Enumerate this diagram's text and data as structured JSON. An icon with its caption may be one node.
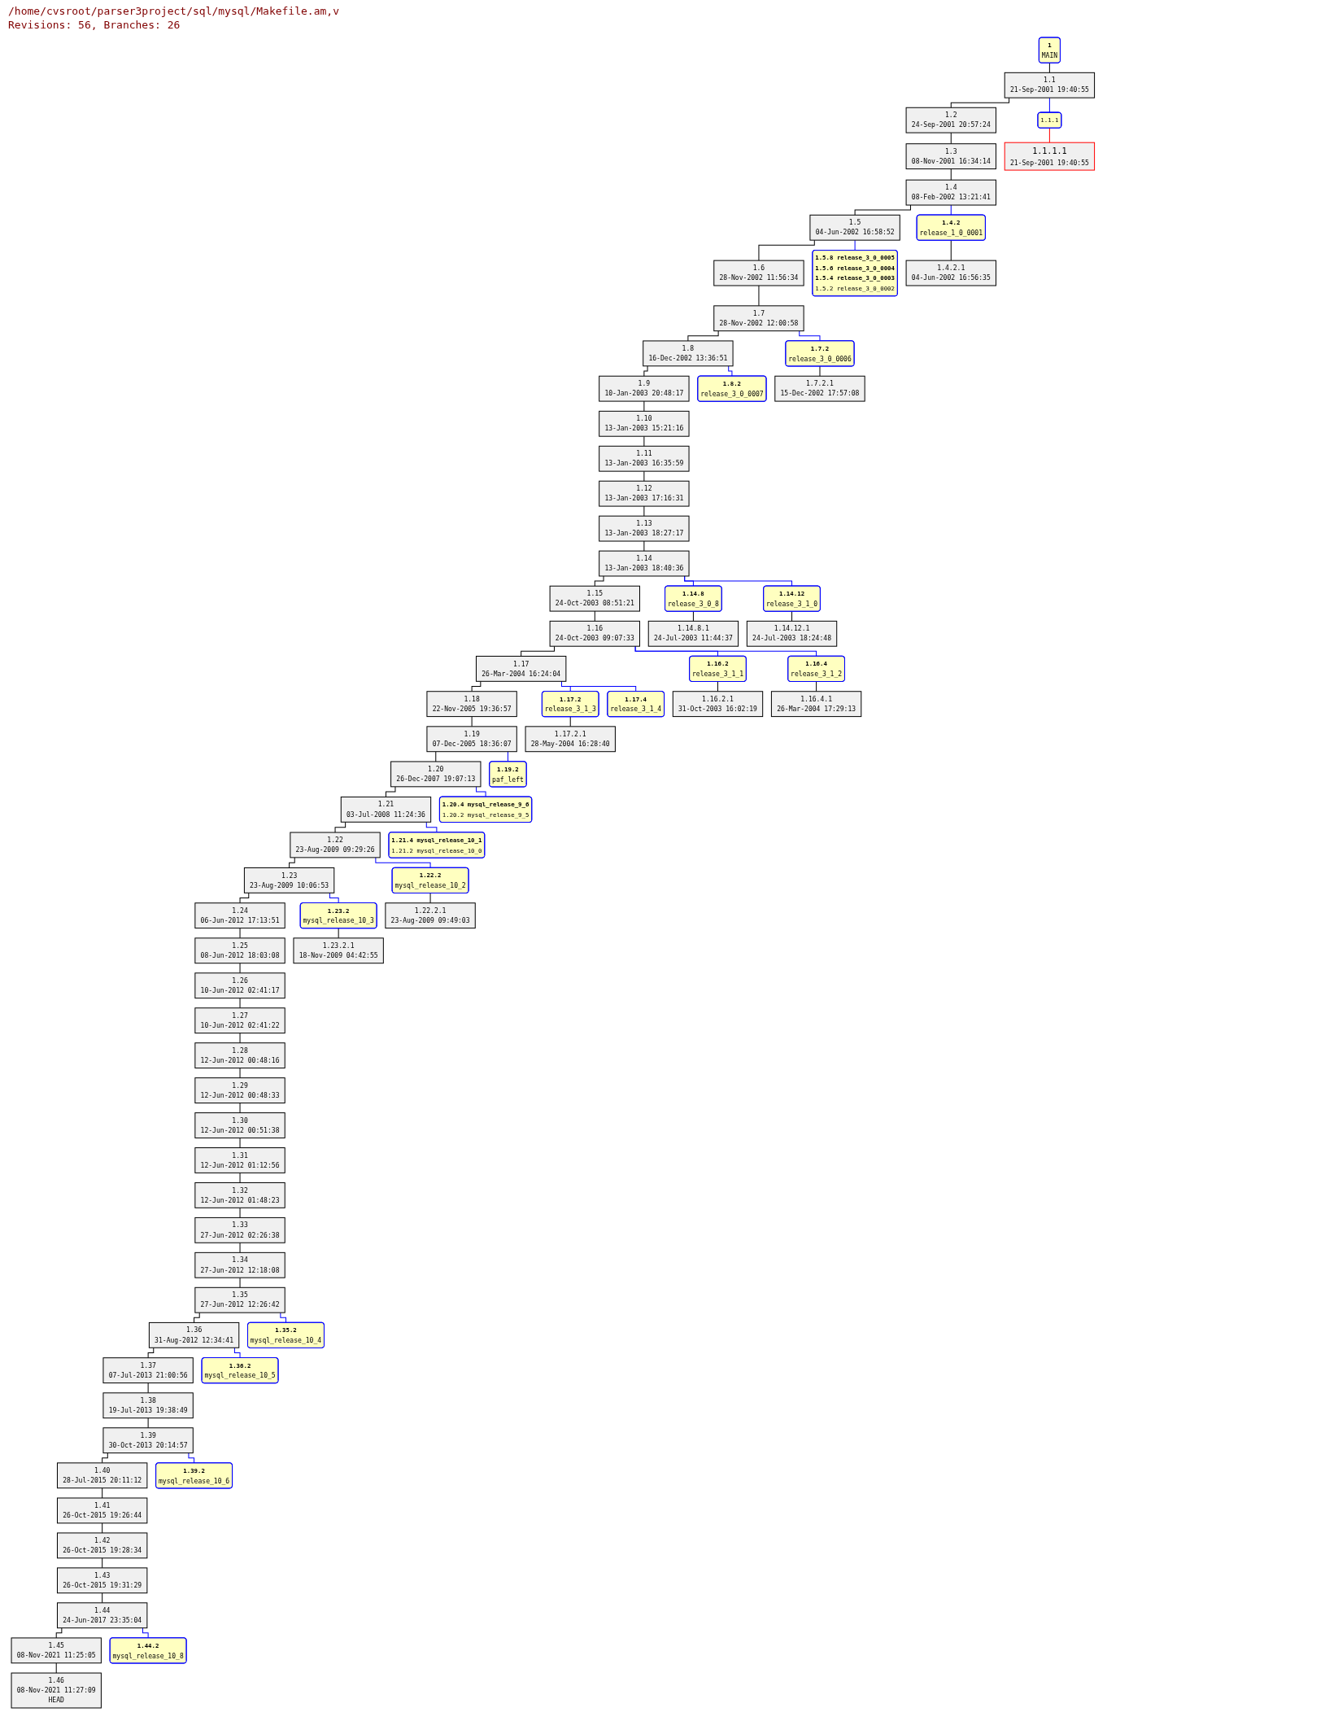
{
  "diagram": {
    "title": "/home/cvsroot/parser3project/sql/mysql/Makefile.am,v",
    "labels": [
      "Revisions: 56, Branches: 26"
    ],
    "nodes": [
      {
        "text": [
          "1",
          "MAIN"
        ]
      },
      {
        "text": [
          "1.1",
          "21-Sep-2001 19:40:55"
        ]
      },
      {
        "text": [
          "1.1.1"
        ]
      },
      {
        "text": [
          "1.1.1.1",
          "21-Sep-2001 19:40:55"
        ]
      },
      {
        "text": [
          "1.2",
          "24-Sep-2001 20:57:24"
        ]
      },
      {
        "text": [
          "1.3",
          "08-Nov-2001 16:34:14"
        ]
      },
      {
        "text": [
          "1.4",
          "08-Feb-2002 13:21:41"
        ]
      },
      {
        "text": [
          "1.4.2",
          "release_1_0_0001"
        ]
      },
      {
        "text": [
          "1.4.2.1",
          "04-Jun-2002 16:56:35"
        ]
      },
      {
        "text": [
          "1.5",
          "04-Jun-2002 16:58:52"
        ]
      },
      {
        "text": [
          "1.5.8 release_3_0_0005",
          "1.5.6 release_3_0_0004",
          "1.5.4 release_3_0_0003",
          "1.5.2 release_3_0_0002"
        ]
      },
      {
        "text": [
          "1.6",
          "28-Nov-2002 11:56:34"
        ]
      },
      {
        "text": [
          "1.7",
          "28-Nov-2002 12:00:58"
        ]
      },
      {
        "text": [
          "1.7.2",
          "release_3_0_0006"
        ]
      },
      {
        "text": [
          "1.7.2.1",
          "15-Dec-2002 17:57:08"
        ]
      },
      {
        "text": [
          "1.8",
          "16-Dec-2002 13:36:51"
        ]
      },
      {
        "text": [
          "1.8.2",
          "release_3_0_0007"
        ]
      },
      {
        "text": [
          "1.9",
          "10-Jan-2003 20:48:17"
        ]
      },
      {
        "text": [
          "1.10",
          "13-Jan-2003 15:21:16"
        ]
      },
      {
        "text": [
          "1.11",
          "13-Jan-2003 16:35:59"
        ]
      },
      {
        "text": [
          "1.12",
          "13-Jan-2003 17:16:31"
        ]
      },
      {
        "text": [
          "1.13",
          "13-Jan-2003 18:27:17"
        ]
      },
      {
        "text": [
          "1.14",
          "13-Jan-2003 18:40:36"
        ]
      },
      {
        "text": [
          "1.14.8",
          "release_3_0_8"
        ]
      },
      {
        "text": [
          "1.14.8.1",
          "24-Jul-2003 11:44:37"
        ]
      },
      {
        "text": [
          "1.14.12",
          "release_3_1_0"
        ]
      },
      {
        "text": [
          "1.14.12.1",
          "24-Jul-2003 18:24:48"
        ]
      },
      {
        "text": [
          "1.15",
          "24-Oct-2003 08:51:21"
        ]
      },
      {
        "text": [
          "1.16",
          "24-Oct-2003 09:07:33"
        ]
      },
      {
        "text": [
          "1.16.2",
          "release_3_1_1"
        ]
      },
      {
        "text": [
          "1.16.2.1",
          "31-Oct-2003 16:02:19"
        ]
      },
      {
        "text": [
          "1.16.4",
          "release_3_1_2"
        ]
      },
      {
        "text": [
          "1.16.4.1",
          "26-Mar-2004 17:29:13"
        ]
      },
      {
        "text": [
          "1.17",
          "26-Mar-2004 16:24:04"
        ]
      },
      {
        "text": [
          "1.17.2",
          "release_3_1_3"
        ]
      },
      {
        "text": [
          "1.17.2.1",
          "28-May-2004 16:28:40"
        ]
      },
      {
        "text": [
          "1.17.4",
          "release_3_1_4"
        ]
      },
      {
        "text": [
          "1.18",
          "22-Nov-2005 19:36:57"
        ]
      },
      {
        "text": [
          "1.19",
          "07-Dec-2005 18:36:07"
        ]
      },
      {
        "text": [
          "1.19.2",
          "paf_left"
        ]
      },
      {
        "text": [
          "1.20",
          "26-Dec-2007 19:07:13"
        ]
      },
      {
        "text": [
          "1.20.4 mysql_release_9_6",
          "1.20.2 mysql_release_9_5"
        ]
      },
      {
        "text": [
          "1.21",
          "03-Jul-2008 11:24:36"
        ]
      },
      {
        "text": [
          "1.21.4 mysql_release_10_1",
          "1.21.2 mysql_release_10_0"
        ]
      },
      {
        "text": [
          "1.22",
          "23-Aug-2009 09:29:26"
        ]
      },
      {
        "text": [
          "1.22.2",
          "mysql_release_10_2"
        ]
      },
      {
        "text": [
          "1.22.2.1",
          "23-Aug-2009 09:49:03"
        ]
      },
      {
        "text": [
          "1.23",
          "23-Aug-2009 10:06:53"
        ]
      },
      {
        "text": [
          "1.23.2",
          "mysql_release_10_3"
        ]
      },
      {
        "text": [
          "1.23.2.1",
          "18-Nov-2009 04:42:55"
        ]
      },
      {
        "text": [
          "1.24",
          "06-Jun-2012 17:13:51"
        ]
      },
      {
        "text": [
          "1.25",
          "08-Jun-2012 18:03:08"
        ]
      },
      {
        "text": [
          "1.26",
          "10-Jun-2012 02:41:17"
        ]
      },
      {
        "text": [
          "1.27",
          "10-Jun-2012 02:41:22"
        ]
      },
      {
        "text": [
          "1.28",
          "12-Jun-2012 00:48:16"
        ]
      },
      {
        "text": [
          "1.29",
          "12-Jun-2012 00:48:33"
        ]
      },
      {
        "text": [
          "1.30",
          "12-Jun-2012 00:51:38"
        ]
      },
      {
        "text": [
          "1.31",
          "12-Jun-2012 01:12:56"
        ]
      },
      {
        "text": [
          "1.32",
          "12-Jun-2012 01:48:23"
        ]
      },
      {
        "text": [
          "1.33",
          "27-Jun-2012 02:26:38"
        ]
      },
      {
        "text": [
          "1.34",
          "27-Jun-2012 12:18:08"
        ]
      },
      {
        "text": [
          "1.35",
          "27-Jun-2012 12:26:42"
        ]
      },
      {
        "text": [
          "1.35.2",
          "mysql_release_10_4"
        ]
      },
      {
        "text": [
          "1.36",
          "31-Aug-2012 12:34:41"
        ]
      },
      {
        "text": [
          "1.36.2",
          "mysql_release_10_5"
        ]
      },
      {
        "text": [
          "1.37",
          "07-Jul-2013 21:00:56"
        ]
      },
      {
        "text": [
          "1.38",
          "19-Jul-2013 19:38:49"
        ]
      },
      {
        "text": [
          "1.39",
          "30-Oct-2013 20:14:57"
        ]
      },
      {
        "text": [
          "1.39.2",
          "mysql_release_10_6"
        ]
      },
      {
        "text": [
          "1.40",
          "28-Jul-2015 20:11:12"
        ]
      },
      {
        "text": [
          "1.41",
          "26-Oct-2015 19:26:44"
        ]
      },
      {
        "text": [
          "1.42",
          "26-Oct-2015 19:28:34"
        ]
      },
      {
        "text": [
          "1.43",
          "26-Oct-2015 19:31:29"
        ]
      },
      {
        "text": [
          "1.44",
          "24-Jun-2017 23:35:04"
        ]
      },
      {
        "text": [
          "1.44.2",
          "mysql_release_10_8"
        ]
      },
      {
        "text": [
          "1.45",
          "08-Nov-2021 11:25:05"
        ]
      },
      {
        "text": [
          "1.46",
          "08-Nov-2021 11:27:09",
          "HEAD"
        ]
      }
    ],
    "edges": [
      {
        "from": 0,
        "to": 1,
        "arrow": "none"
      },
      {
        "from": 1,
        "to": 4,
        "arrow": "none"
      },
      {
        "from": 4,
        "to": 5,
        "arrow": "none"
      },
      {
        "from": 5,
        "to": 6,
        "arrow": "none"
      },
      {
        "from": 6,
        "to": 9,
        "arrow": "none"
      },
      {
        "from": 9,
        "to": 11,
        "arrow": "none"
      },
      {
        "from": 11,
        "to": 12,
        "arrow": "none"
      },
      {
        "from": 12,
        "to": 15,
        "arrow": "none"
      },
      {
        "from": 15,
        "to": 17,
        "arrow": "none"
      },
      {
        "from": 17,
        "to": 18,
        "arrow": "none"
      },
      {
        "from": 18,
        "to": 19,
        "arrow": "none"
      },
      {
        "from": 19,
        "to": 20,
        "arrow": "none"
      },
      {
        "from": 20,
        "to": 21,
        "arrow": "none"
      },
      {
        "from": 21,
        "to": 22,
        "arrow": "none"
      },
      {
        "from": 22,
        "to": 27,
        "arrow": "none"
      },
      {
        "from": 27,
        "to": 28,
        "arrow": "none"
      },
      {
        "from": 28,
        "to": 33,
        "arrow": "none"
      },
      {
        "from": 33,
        "to": 37,
        "arrow": "none"
      },
      {
        "from": 37,
        "to": 38,
        "arrow": "none"
      },
      {
        "from": 38,
        "to": 40,
        "arrow": "none"
      },
      {
        "from": 40,
        "to": 42,
        "arrow": "none"
      },
      {
        "from": 42,
        "to": 44,
        "arrow": "none"
      },
      {
        "from": 44,
        "to": 47,
        "arrow": "none"
      },
      {
        "from": 47,
        "to": 50,
        "arrow": "none"
      },
      {
        "from": 50,
        "to": 51,
        "arrow": "none"
      },
      {
        "from": 51,
        "to": 52,
        "arrow": "none"
      },
      {
        "from": 52,
        "to": 53,
        "arrow": "none"
      },
      {
        "from": 53,
        "to": 54,
        "arrow": "none"
      },
      {
        "from": 54,
        "to": 55,
        "arrow": "none"
      },
      {
        "from": 55,
        "to": 56,
        "arrow": "none"
      },
      {
        "from": 56,
        "to": 57,
        "arrow": "none"
      },
      {
        "from": 57,
        "to": 58,
        "arrow": "none"
      },
      {
        "from": 58,
        "to": 59,
        "arrow": "none"
      },
      {
        "from": 59,
        "to": 60,
        "arrow": "none"
      },
      {
        "from": 60,
        "to": 61,
        "arrow": "none"
      },
      {
        "from": 61,
        "to": 63,
        "arrow": "none"
      },
      {
        "from": 63,
        "to": 65,
        "arrow": "none"
      },
      {
        "from": 65,
        "to": 66,
        "arrow": "none"
      },
      {
        "from": 66,
        "to": 67,
        "arrow": "none"
      },
      {
        "from": 67,
        "to": 69,
        "arrow": "none"
      },
      {
        "from": 69,
        "to": 70,
        "arrow": "none"
      },
      {
        "from": 70,
        "to": 71,
        "arrow": "none"
      },
      {
        "from": 71,
        "to": 72,
        "arrow": "none"
      },
      {
        "from": 72,
        "to": 73,
        "arrow": "none"
      },
      {
        "from": 73,
        "to": 75,
        "arrow": "none"
      },
      {
        "from": 75,
        "to": 76,
        "arrow": "none"
      },
      {
        "from": 1,
        "to": 2,
        "arrow": "none",
        "color": "#0000ff"
      },
      {
        "from": 2,
        "to": 3,
        "arrow": "none",
        "color": "#ff0000"
      },
      {
        "from": 6,
        "to": 7,
        "arrow": "none",
        "color": "#0000ff"
      },
      {
        "from": 7,
        "to": 8,
        "arrow": "none"
      },
      {
        "from": 9,
        "to": 10,
        "arrow": "none",
        "color": "#0000ff"
      },
      {
        "from": 12,
        "to": 13,
        "arrow": "none",
        "color": "#0000ff"
      },
      {
        "from": 13,
        "to": 14,
        "arrow": "none"
      },
      {
        "from": 15,
        "to": 16,
        "arrow": "none",
        "color": "#0000ff"
      },
      {
        "from": 22,
        "to": 23,
        "arrow": "none",
        "color": "#0000ff"
      },
      {
        "from": 23,
        "to": 24,
        "arrow": "none"
      },
      {
        "from": 22,
        "to": 25,
        "arrow": "none",
        "color": "#0000ff"
      },
      {
        "from": 25,
        "to": 26,
        "arrow": "none"
      },
      {
        "from": 28,
        "to": 29,
        "arrow": "none",
        "color": "#0000ff"
      },
      {
        "from": 29,
        "to": 30,
        "arrow": "none"
      },
      {
        "from": 28,
        "to": 31,
        "arrow": "none",
        "color": "#0000ff"
      },
      {
        "from": 31,
        "to": 32,
        "arrow": "none"
      },
      {
        "from": 33,
        "to": 34,
        "arrow": "none",
        "color": "#0000ff"
      },
      {
        "from": 34,
        "to": 35,
        "arrow": "none"
      },
      {
        "from": 33,
        "to": 36,
        "arrow": "none",
        "color": "#0000ff"
      },
      {
        "from": 38,
        "to": 39,
        "arrow": "none",
        "color": "#0000ff"
      },
      {
        "from": 40,
        "to": 41,
        "arrow": "none",
        "color": "#0000ff"
      },
      {
        "from": 42,
        "to": 43,
        "arrow": "none",
        "color": "#0000ff"
      },
      {
        "from": 44,
        "to": 45,
        "arrow": "none",
        "color": "#0000ff"
      },
      {
        "from": 45,
        "to": 46,
        "arrow": "none"
      },
      {
        "from": 47,
        "to": 48,
        "arrow": "none",
        "color": "#0000ff"
      },
      {
        "from": 48,
        "to": 49,
        "arrow": "none"
      },
      {
        "from": 61,
        "to": 62,
        "arrow": "none",
        "color": "#0000ff"
      },
      {
        "from": 63,
        "to": 64,
        "arrow": "none",
        "color": "#0000ff"
      },
      {
        "from": 67,
        "to": 68,
        "arrow": "none",
        "color": "#0000ff"
      },
      {
        "from": 73,
        "to": 74,
        "arrow": "none",
        "color": "#0000ff"
      }
    ]
  }
}
